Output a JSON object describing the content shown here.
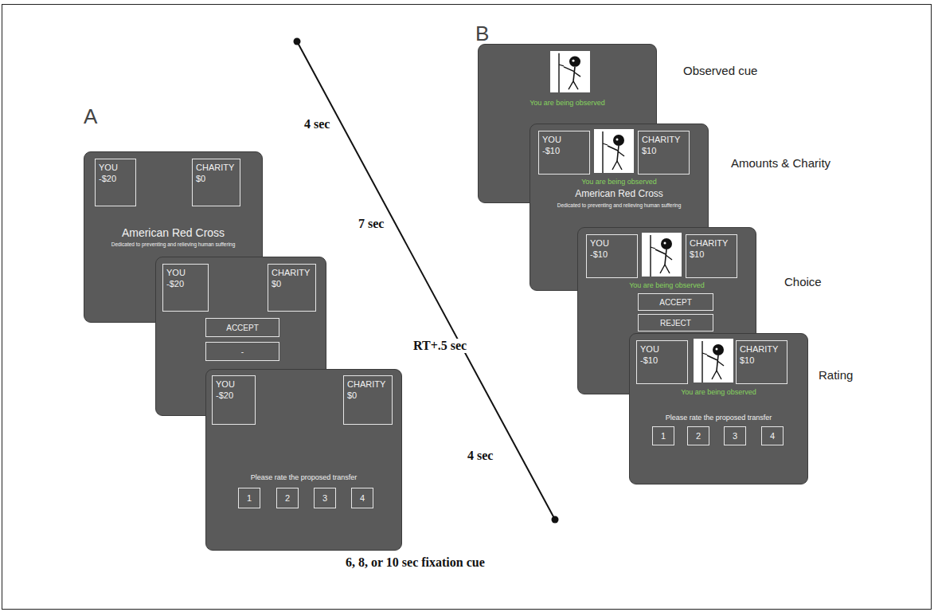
{
  "diagram": {
    "nodes": [
      {
        "text": [
          "American Red Cross",
          "Dedicated to preventing and relieving human suffering"
        ]
      },
      {
        "text": [
          "YOU",
          "-$20"
        ],
        "in": 0
      },
      {
        "text": [
          "CHARITY",
          "$0"
        ],
        "in": 0
      },
      {
        "text": []
      },
      {
        "text": [
          "YOU",
          "-$20"
        ],
        "in": 3
      },
      {
        "text": [
          "CHARITY",
          "$0"
        ],
        "in": 3
      },
      {
        "text": [
          "ACCEPT"
        ],
        "in": 3
      },
      {
        "text": [
          "-"
        ],
        "in": 3
      },
      {
        "text": [
          "Please rate the proposed transfer"
        ]
      },
      {
        "text": [
          "YOU",
          "-$20"
        ],
        "in": 8
      },
      {
        "text": [
          "CHARITY",
          "$0"
        ],
        "in": 8
      },
      {
        "text": [
          "1"
        ],
        "in": 8
      },
      {
        "text": [
          "2"
        ],
        "in": 8
      },
      {
        "text": [
          "3"
        ],
        "in": 8
      },
      {
        "text": [
          "4"
        ],
        "in": 8
      },
      {
        "text": [
          "You are being observed"
        ]
      },
      {
        "text": [
          "You are being observed",
          "American Red Cross",
          "Dedicated to preventing and relieving human suffering"
        ]
      },
      {
        "text": [
          "YOU",
          "-$10"
        ],
        "in": 16
      },
      {
        "text": [
          "CHARITY",
          "$10"
        ],
        "in": 16
      },
      {
        "text": [
          "You are being observed"
        ]
      },
      {
        "text": [
          "YOU",
          "-$10"
        ],
        "in": 19
      },
      {
        "text": [
          "CHARITY",
          "$10"
        ],
        "in": 19
      },
      {
        "text": [
          "ACCEPT"
        ],
        "in": 19
      },
      {
        "text": [
          "REJECT"
        ],
        "in": 19
      },
      {
        "text": [
          "You are being observed",
          "Please rate the proposed transfer"
        ]
      },
      {
        "text": [
          "YOU",
          "-$10"
        ],
        "in": 24
      },
      {
        "text": [
          "CHARITY",
          "$10"
        ],
        "in": 24
      },
      {
        "text": [
          "1"
        ],
        "in": 24
      },
      {
        "text": [
          "2"
        ],
        "in": 24
      },
      {
        "text": [
          "3"
        ],
        "in": 24
      },
      {
        "text": [
          "4"
        ],
        "in": 24
      }
    ],
    "labels": [
      "A",
      "B",
      "4 sec",
      "7 sec",
      "RT+.5 sec",
      "4 sec",
      "6, 8, or 10 sec fixation cue",
      "Observed cue",
      "Amounts & Charity",
      "Choice",
      "Rating"
    ]
  }
}
